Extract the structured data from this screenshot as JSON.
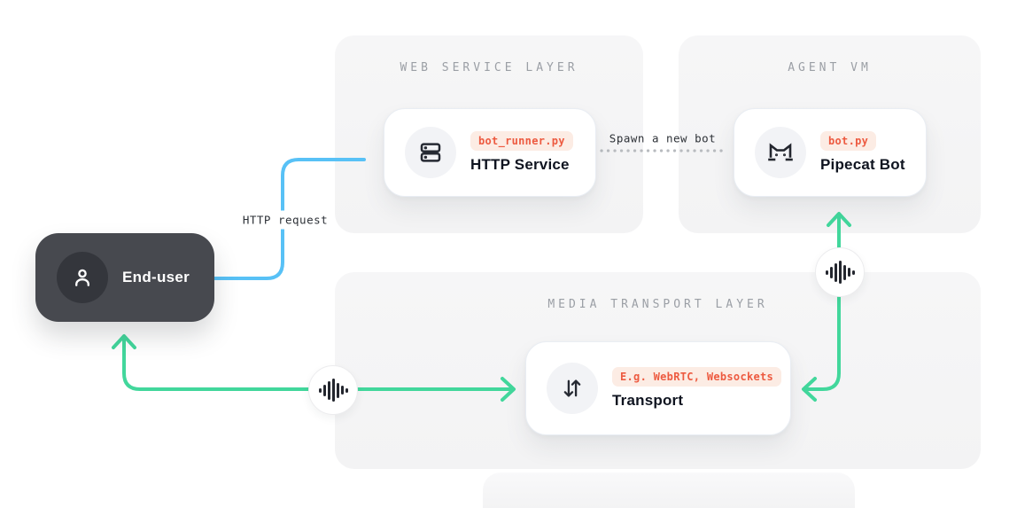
{
  "panels": {
    "web_service": {
      "title": "WEB SERVICE LAYER"
    },
    "agent_vm": {
      "title": "AGENT VM"
    },
    "media_transport": {
      "title": "MEDIA TRANSPORT LAYER"
    }
  },
  "nodes": {
    "end_user": {
      "label": "End-user",
      "icon": "user-icon"
    },
    "http_service": {
      "title": "HTTP Service",
      "badge": "bot_runner.py",
      "icon": "server-icon"
    },
    "pipecat_bot": {
      "title": "Pipecat Bot",
      "badge": "bot.py",
      "icon": "pipecat-cat-icon"
    },
    "transport": {
      "title": "Transport",
      "badge": "E.g. WebRTC, Websockets",
      "icon": "transfer-arrows-icon"
    }
  },
  "edges": {
    "http_request": {
      "label": "HTTP request",
      "style": "solid",
      "color": "#58c1f6"
    },
    "spawn_bot": {
      "label": "Spawn a new bot",
      "style": "dotted",
      "color": "#b8bbbf"
    },
    "media_end_user": {
      "style": "bidirectional",
      "color": "#42d79c",
      "icon": "waveform-icon"
    },
    "media_pipecat": {
      "style": "bidirectional",
      "color": "#42d79c",
      "icon": "waveform-icon"
    }
  },
  "colors": {
    "accent_blue": "#58c1f6",
    "accent_green": "#42d79c",
    "badge_bg": "#fcece4",
    "badge_text": "#ed5a40",
    "panel_bg": "#f4f4f5",
    "dark_box": "#47494f"
  }
}
